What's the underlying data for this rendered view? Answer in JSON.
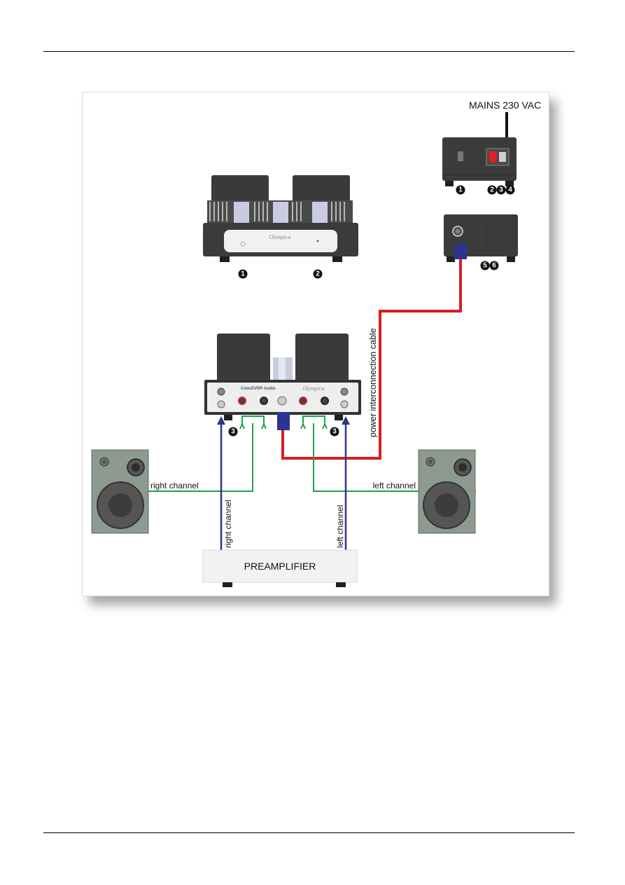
{
  "diagram": {
    "mains_label": "MAINS 230 VAC",
    "preamp_label": "PREAMPLIFIER",
    "cable_label": "power interconnection cable",
    "speaker_right_label": "right channel",
    "speaker_left_label": "left channel",
    "input_right_label": "right channel",
    "input_left_label": "left channel",
    "amp_brand_label": "ConcEVRP Audio",
    "amp_logo": "Olympica",
    "markers": {
      "front_power": "1",
      "front_indicator": "2",
      "psu_switch": "1",
      "psu_fuse": "2",
      "psu_socket": "3",
      "psu_input": "4",
      "psu_out_a": "5",
      "psu_out_b": "6",
      "amp_left": "3",
      "amp_right": "3"
    },
    "colors": {
      "power_cable": "#d81e24",
      "speaker_cable": "#1aa34a",
      "input_cable": "#2b3591",
      "chassis": "#3b3b3b",
      "speaker_body": "#8c9a8f"
    }
  }
}
